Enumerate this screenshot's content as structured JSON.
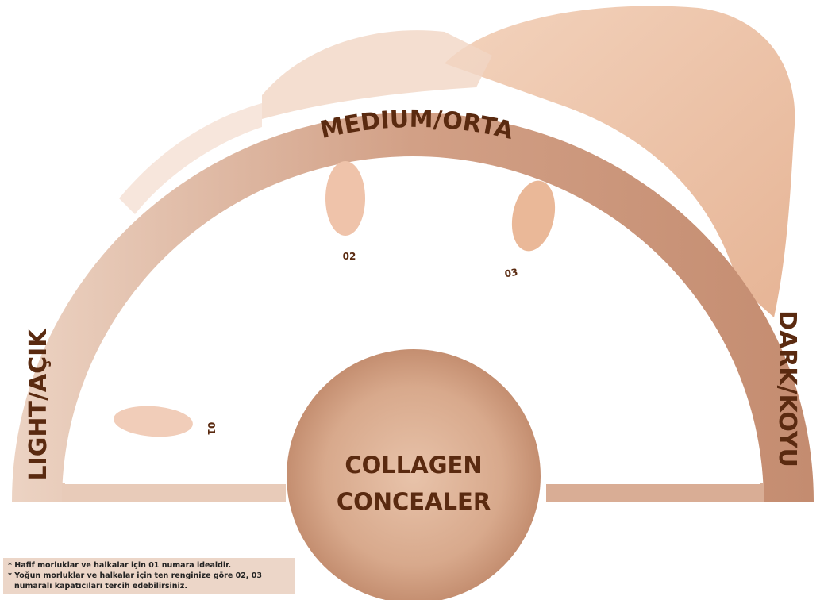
{
  "arch": {
    "top_label": "MEDIUM/ORTA",
    "left_label": "LIGHT/AÇIK",
    "right_label": "DARK/KOYU"
  },
  "shades": [
    {
      "number": "01",
      "color": "#f1cdb9"
    },
    {
      "number": "02",
      "color": "#efc3aa"
    },
    {
      "number": "03",
      "color": "#eab898"
    }
  ],
  "product": {
    "line1": "COLLAGEN",
    "line2": "CONCEALER"
  },
  "notes": {
    "line1": "* Hafif morluklar ve halkalar için 01 numara idealdir.",
    "line2": "* Yoğun morluklar ve halkalar için ten renginize göre 02, 03",
    "line3": "numaralı kapatıcıları tercih edebilirsiniz."
  },
  "colors": {
    "text_brown": "#5a2a10",
    "arch_light": "#ecd2c2",
    "arch_dark": "#c99379",
    "circle": "#d4a184"
  }
}
